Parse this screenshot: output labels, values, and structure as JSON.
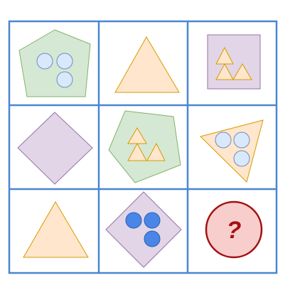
{
  "puzzle": {
    "rows": 3,
    "cols": 3,
    "grid_color": "#4a86d4",
    "question_label": "?",
    "cells": [
      {
        "shape": "pentagon",
        "fill": "#d5e8d4",
        "stroke": "#82b366",
        "inner": "three-circles",
        "inner_fill": "#dae8fc",
        "inner_stroke": "#6c8ebf"
      },
      {
        "shape": "triangle",
        "fill": "#ffe6cc",
        "stroke": "#d79b00",
        "inner": "none"
      },
      {
        "shape": "square",
        "fill": "#e1d5e7",
        "stroke": "#9673a6",
        "inner": "three-triangles",
        "inner_fill": "#ffe6cc",
        "inner_stroke": "#d79b00"
      },
      {
        "shape": "diamond",
        "fill": "#e1d5e7",
        "stroke": "#9673a6",
        "inner": "none"
      },
      {
        "shape": "pentagon",
        "fill": "#d5e8d4",
        "stroke": "#82b366",
        "inner": "three-triangles",
        "inner_fill": "#ffe6cc",
        "inner_stroke": "#d79b00"
      },
      {
        "shape": "triangle",
        "fill": "#ffe6cc",
        "stroke": "#d79b00",
        "inner": "three-circles",
        "inner_fill": "#dae8fc",
        "inner_stroke": "#6c8ebf"
      },
      {
        "shape": "triangle",
        "fill": "#ffe6cc",
        "stroke": "#d79b00",
        "inner": "none"
      },
      {
        "shape": "diamond",
        "fill": "#e1d5e7",
        "stroke": "#9673a6",
        "inner": "three-circles",
        "inner_fill": "#4a86e8",
        "inner_stroke": "#2a5fb0"
      },
      {
        "shape": "question",
        "fill": "#f8cecc",
        "stroke": "#a50f0f",
        "inner": "none"
      }
    ]
  }
}
